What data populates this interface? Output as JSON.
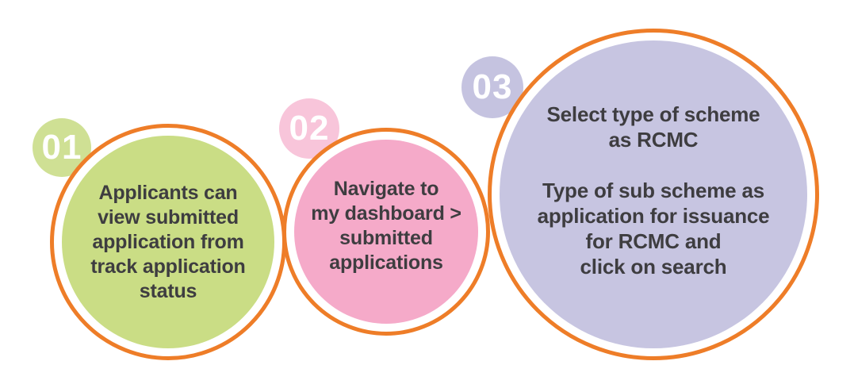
{
  "diagram": {
    "type": "process-steps-infographic",
    "background": "#ffffff"
  },
  "colors": {
    "ring_stroke": "#ee7d28",
    "body_text": "#3e3d40",
    "badge_text": "#ffffff",
    "step1_fill": "#cadd85",
    "step1_badge": "#cfe094",
    "step2_fill": "#f5aac9",
    "step2_badge": "#f8c5da",
    "step3_fill": "#c7c5e1",
    "step3_badge": "#c5c3e0"
  },
  "steps": [
    {
      "number": "01",
      "text": "Applicants can\nview submitted\napplication from\ntrack application\nstatus"
    },
    {
      "number": "02",
      "text": "Navigate to\nmy dashboard >\nsubmitted\napplications"
    },
    {
      "number": "03",
      "text": "Select type of scheme\nas RCMC\n\nType of sub scheme as\napplication for issuance\nfor RCMC and\nclick on search"
    }
  ]
}
